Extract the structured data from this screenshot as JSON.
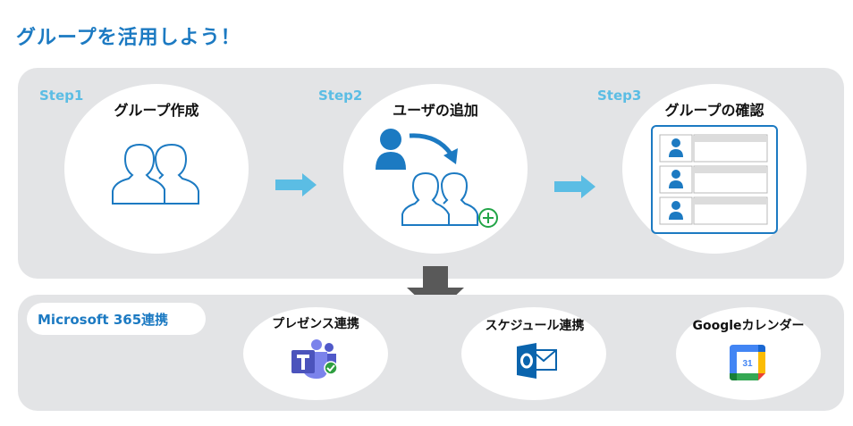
{
  "title": "グループを活用しよう！",
  "steps": [
    {
      "label": "Step1",
      "title": "グループ作成"
    },
    {
      "label": "Step2",
      "title": "ユーザの追加"
    },
    {
      "label": "Step3",
      "title": "グループの確認"
    }
  ],
  "microsoft365": {
    "label": "Microsoft 365連携",
    "integrations": [
      {
        "title": "プレゼンス連携",
        "icon": "teams-icon"
      },
      {
        "title": "スケジュール連携",
        "icon": "outlook-icon"
      },
      {
        "title": "Googleカレンダー",
        "icon": "google-calendar-icon"
      }
    ]
  },
  "google_calendar_date": "31",
  "colors": {
    "accent_blue": "#1c7ac2",
    "step_label_blue": "#5bbde4",
    "arrow_blue": "#5bbde4",
    "panel_gray": "#e3e4e6",
    "down_arrow_gray": "#595959"
  }
}
